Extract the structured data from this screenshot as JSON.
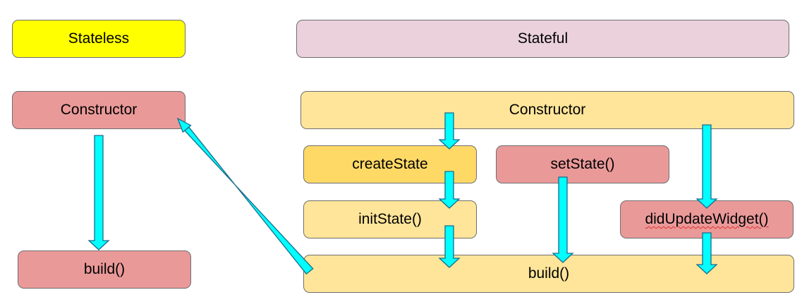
{
  "headers": {
    "stateless": "Stateless",
    "stateful": "Stateful"
  },
  "stateless": {
    "constructor": "Constructor",
    "build": "build()"
  },
  "stateful": {
    "constructor": "Constructor",
    "create_state": "createState",
    "set_state": "setState()",
    "init_state": "initState()",
    "did_update_widget": "didUpdateWidget()",
    "build": "build()"
  },
  "colors": {
    "stateless_header": "#ffff00",
    "stateful_header": "#ead1dc",
    "red_box": "#ea9999",
    "light_yellow_box": "#ffe599",
    "gold_box": "#ffd966",
    "arrow_fill": "#00ffff",
    "arrow_stroke": "#1a6a8a"
  }
}
